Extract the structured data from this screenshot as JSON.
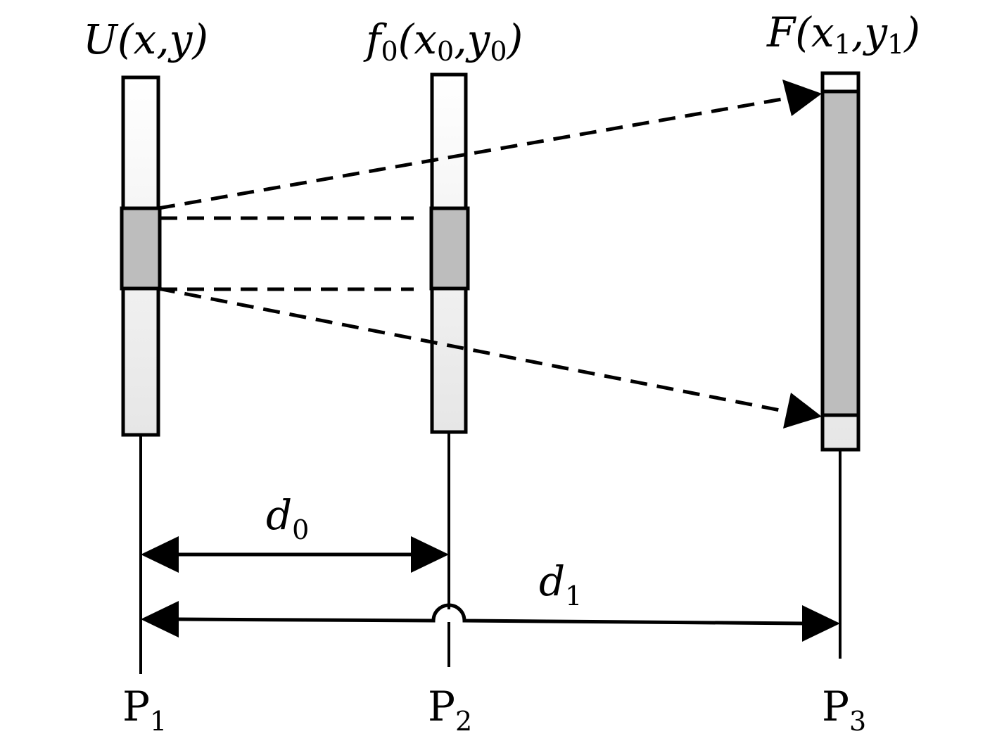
{
  "planes": {
    "p1": {
      "label": "U(x,y)",
      "label_main": "U",
      "label_args": "(x,y)",
      "plane_base": "P",
      "plane_sub": "1"
    },
    "p2": {
      "label": "f0(x0,y0)",
      "label_f": "f",
      "label_f_sub": "0",
      "label_x": "x",
      "label_x_sub": "0",
      "label_y": "y",
      "label_y_sub": "0",
      "plane_base": "P",
      "plane_sub": "2"
    },
    "p3": {
      "label": "F(x1,y1)",
      "label_F": "F",
      "label_x": "x",
      "label_x_sub": "1",
      "label_y": "y",
      "label_y_sub": "1",
      "plane_base": "P",
      "plane_sub": "3"
    }
  },
  "distances": {
    "d0": {
      "base": "d",
      "sub": "0"
    },
    "d1": {
      "base": "d",
      "sub": "1"
    }
  },
  "colors": {
    "stroke": "#000000",
    "highlight_fill": "#bdbdbd",
    "bar_top": "#ffffff",
    "bar_bottom": "#e6e6e6"
  }
}
